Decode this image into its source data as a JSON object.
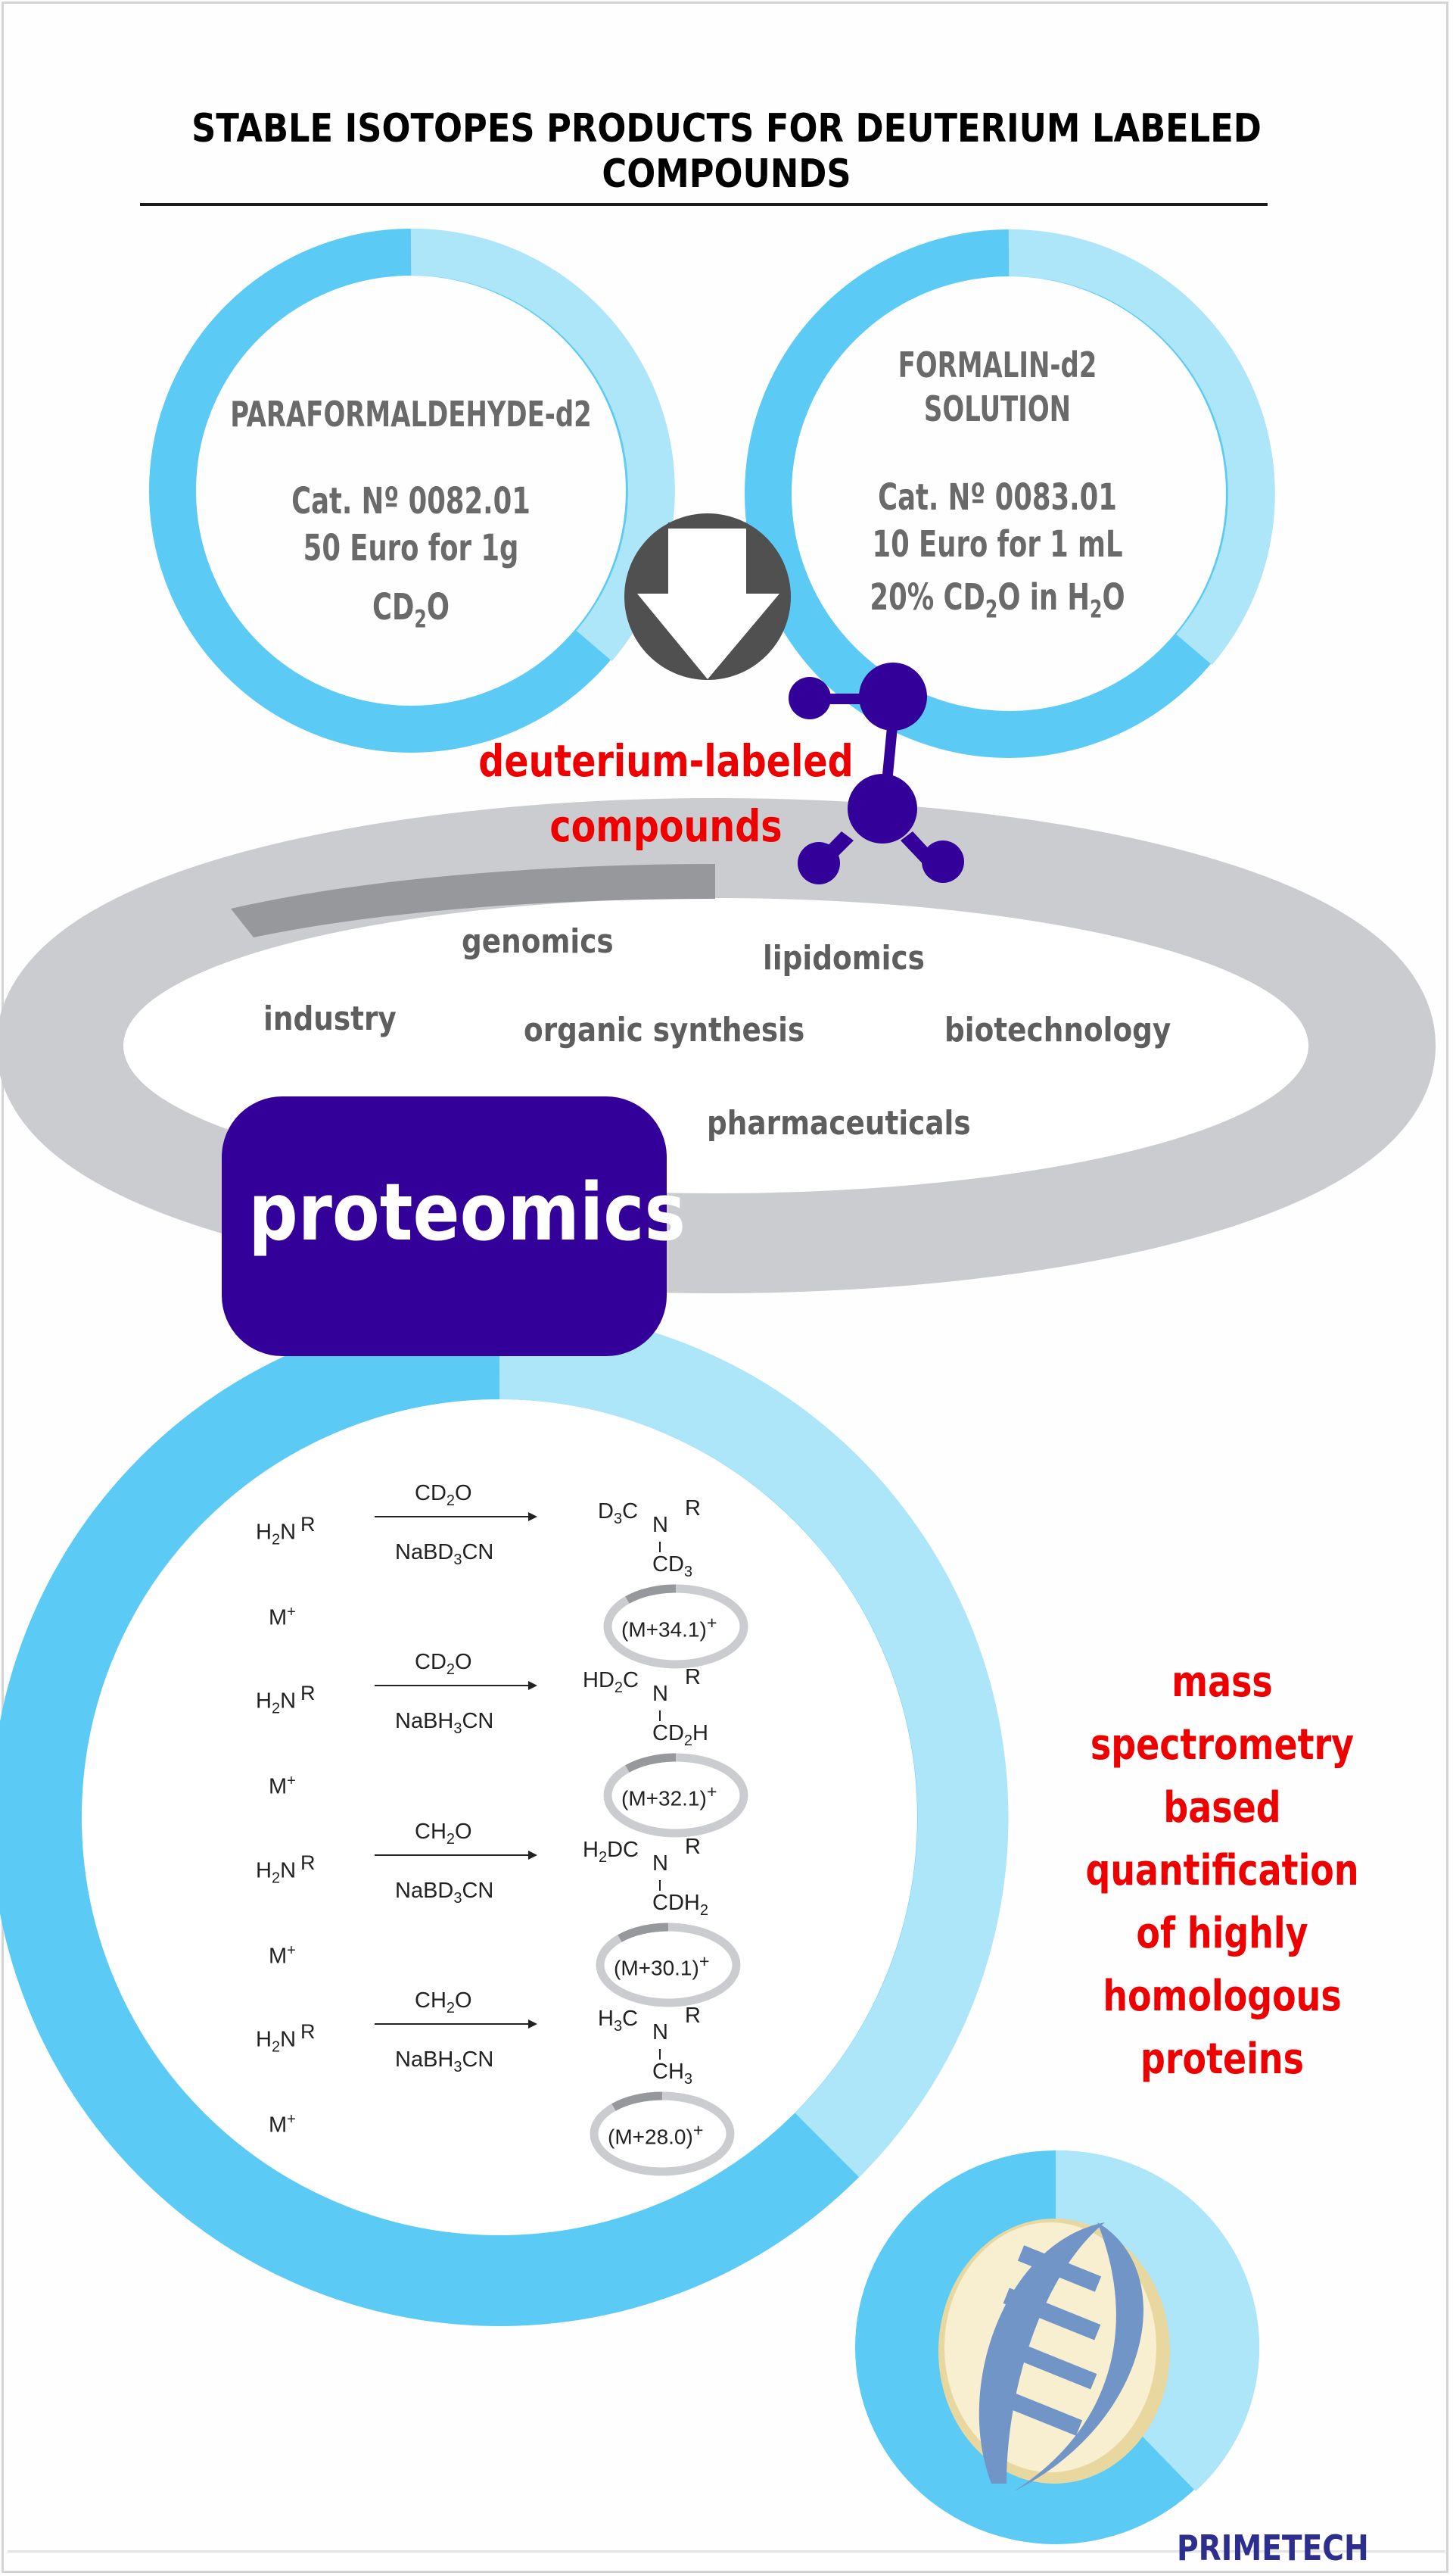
{
  "title": "STABLE ISOTOPES PRODUCTS FOR DEUTERIUM LABELED COMPOUNDS",
  "colors": {
    "ring_dark_blue": "#5bcbf5",
    "ring_light_blue": "#ade5f9",
    "arrow_circle": "#505050",
    "molecule": "#330099",
    "accent_red": "#ee0000",
    "field_ring_light": "#cbcccf",
    "field_ring_dark": "#97989c",
    "text_gray": "#6a6a6a",
    "brand_blue": "#2e2e8f"
  },
  "products": [
    {
      "name_lines": [
        "PARAFORMALDEHYDE-d2"
      ],
      "catalog": "Cat. Nº 0082.01",
      "price": "50 Euro for 1g",
      "formula": {
        "a": "CD",
        "sub": "2",
        "b": "O",
        "c": "",
        "sub2": "",
        "d": ""
      }
    },
    {
      "name_lines": [
        "FORMALIN-d2",
        "SOLUTION"
      ],
      "catalog": "Cat. Nº 0083.01",
      "price": "10 Euro for 1 mL",
      "formula": {
        "a": "20% CD",
        "sub": "2",
        "b": "O in H",
        "sub2": "2",
        "d": "O"
      }
    }
  ],
  "flow": {
    "arrow_icon": "down-arrow-icon",
    "molecule_icon": "molecule-icon",
    "headline_lines": [
      "deuterium-labeled",
      "compounds"
    ]
  },
  "fields": [
    "genomics",
    "lipidomics",
    "industry",
    "organic synthesis",
    "biotechnology",
    "pharmaceuticals"
  ],
  "proteomics_label": "proteomics",
  "reactions": [
    {
      "reactant": {
        "a": "H",
        "sub": "2",
        "b": "N",
        "r": "R"
      },
      "reagent_top": {
        "a": "CD",
        "sub": "2",
        "b": "O"
      },
      "reagent_bottom": {
        "a": "NaBD",
        "sub": "3",
        "b": "CN"
      },
      "product_left": {
        "a": "D",
        "sub": "3",
        "b": "C"
      },
      "product_bottom": {
        "a": "CD",
        "sub": "3",
        "b": ""
      },
      "m_label": "M",
      "m_charge": "+",
      "mass_shift": "(M+34.1)",
      "mass_charge": "+"
    },
    {
      "reactant": {
        "a": "H",
        "sub": "2",
        "b": "N",
        "r": "R"
      },
      "reagent_top": {
        "a": "CD",
        "sub": "2",
        "b": "O"
      },
      "reagent_bottom": {
        "a": "NaBH",
        "sub": "3",
        "b": "CN"
      },
      "product_left": {
        "a": "HD",
        "sub": "2",
        "b": "C"
      },
      "product_bottom": {
        "a": "CD",
        "sub": "2",
        "b": "H"
      },
      "m_label": "M",
      "m_charge": "+",
      "mass_shift": "(M+32.1)",
      "mass_charge": "+"
    },
    {
      "reactant": {
        "a": "H",
        "sub": "2",
        "b": "N",
        "r": "R"
      },
      "reagent_top": {
        "a": "CH",
        "sub": "2",
        "b": "O"
      },
      "reagent_bottom": {
        "a": "NaBD",
        "sub": "3",
        "b": "CN"
      },
      "product_left": {
        "a": "H",
        "sub": "2",
        "b": "DC"
      },
      "product_bottom": {
        "a": "CDH",
        "sub": "2",
        "b": ""
      },
      "m_label": "M",
      "m_charge": "+",
      "mass_shift": "(M+30.1)",
      "mass_charge": "+"
    },
    {
      "reactant": {
        "a": "H",
        "sub": "2",
        "b": "N",
        "r": "R"
      },
      "reagent_top": {
        "a": "CH",
        "sub": "2",
        "b": "O"
      },
      "reagent_bottom": {
        "a": "NaBH",
        "sub": "3",
        "b": "CN"
      },
      "product_left": {
        "a": "H",
        "sub": "3",
        "b": "C"
      },
      "product_bottom": {
        "a": "CH",
        "sub": "3",
        "b": ""
      },
      "m_label": "M",
      "m_charge": "+",
      "mass_shift": "(M+28.0)",
      "mass_charge": "+"
    }
  ],
  "product_center_atom": "N",
  "application_lines": [
    "mass spectrometry",
    "based quantification",
    "of highly",
    "homologous proteins"
  ],
  "dna_icon": "dna-icon",
  "brand": "PRIMETECH"
}
